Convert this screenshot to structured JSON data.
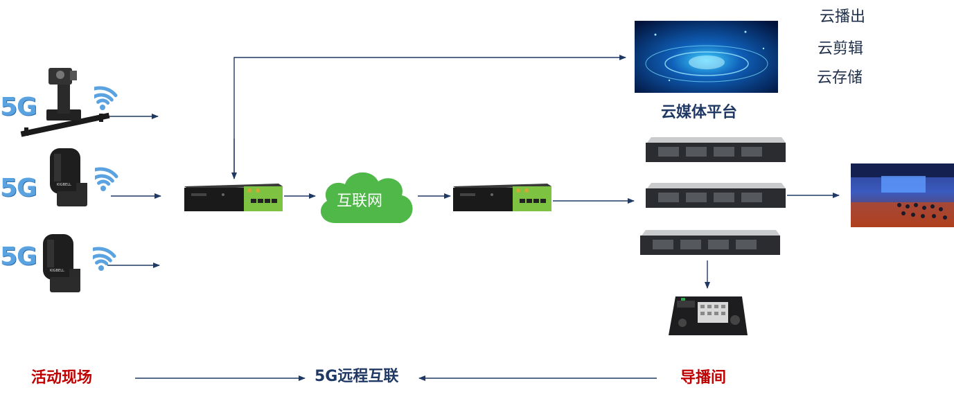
{
  "cameras": [
    {
      "label": "5G",
      "kind": "jib-camera"
    },
    {
      "label": "5G",
      "kind": "ptz-camera"
    },
    {
      "label": "5G",
      "kind": "ptz-camera"
    }
  ],
  "cloud": {
    "label": "互联网"
  },
  "cloud_platform": {
    "label": "云媒体平台",
    "services": [
      "云播出",
      "云剪辑",
      "云存储"
    ]
  },
  "bottom": {
    "site_label": "活动现场",
    "link_label": "5G远程互联",
    "studio_label": "导播间"
  },
  "colors": {
    "arrow": "#1f3864",
    "cloud_green": "#4fb848",
    "label_blue": "#5aa3e0",
    "dark_title": "#1f3864",
    "red_title": "#c00000",
    "router_green": "#7ec242"
  }
}
